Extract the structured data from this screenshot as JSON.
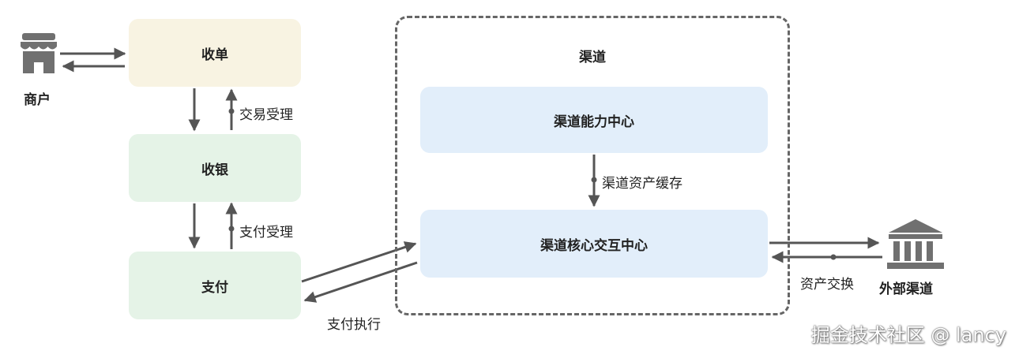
{
  "merchant": {
    "label": "商户",
    "icon": "store-icon"
  },
  "boxes": {
    "order": "收单",
    "cashier": "收银",
    "pay": "支付",
    "channel_capability": "渠道能力中心",
    "channel_core": "渠道核心交互中心"
  },
  "channel_group": {
    "title": "渠道"
  },
  "edges": {
    "transaction_accept": "交易受理",
    "payment_accept": "支付受理",
    "payment_execute": "支付执行",
    "asset_cache": "渠道资产缓存",
    "asset_exchange": "资产交换"
  },
  "external_channel": {
    "label": "外部渠道",
    "icon": "bank-icon"
  },
  "watermark": "掘金技术社区 @ lancy",
  "colors": {
    "order_fill": "#f8f3e2",
    "green_fill": "#e5f3e7",
    "blue_fill": "#e2eefa",
    "arrow": "#555555",
    "icon": "#707070"
  }
}
